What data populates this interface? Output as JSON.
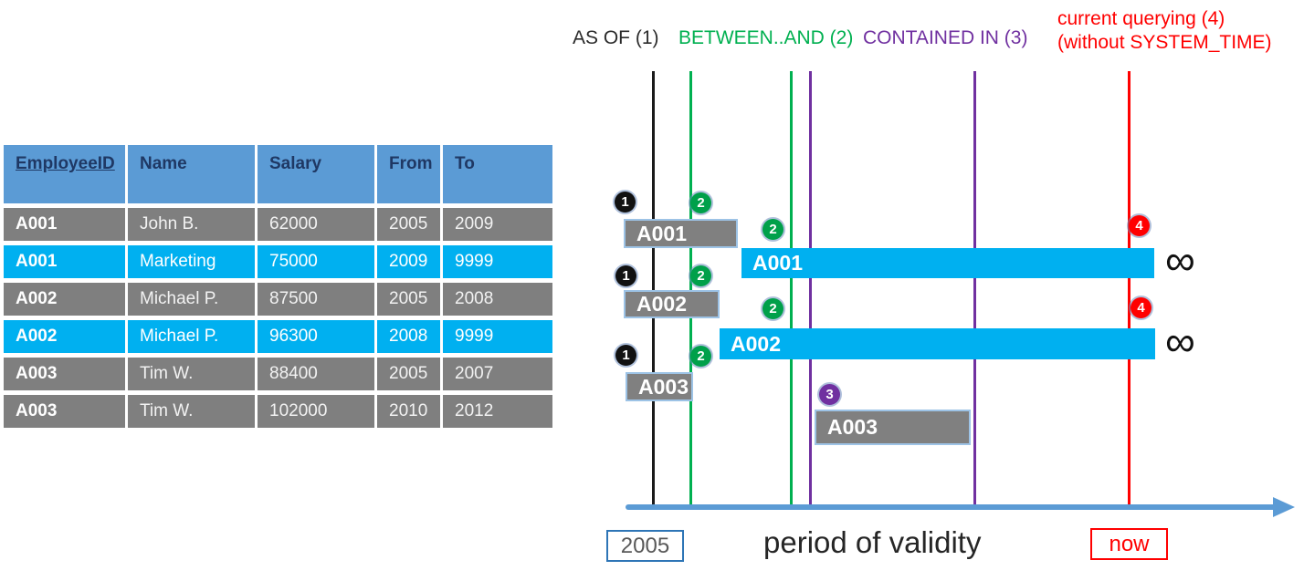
{
  "colors": {
    "table_header_blue": "#5b9bd5",
    "table_header_text": "#1f3864",
    "row_gray": "#7f7f7f",
    "row_highlight_cyan": "#00b0f0",
    "bar_gray": "#808080",
    "bar_border_blue": "#9dc3e6",
    "bar_cyan": "#00b0f0",
    "line_black": "#1a1a1a",
    "line_green": "#00b050",
    "line_purple": "#7030a0",
    "line_red": "#ff0000",
    "axis_blue": "#5b9bd5"
  },
  "legend": {
    "as_of": "AS OF (1)",
    "between_and": "BETWEEN..AND (2)",
    "contained_in": "CONTAINED IN (3)",
    "current_line1": "current querying (4)",
    "current_line2": "(without SYSTEM_TIME)"
  },
  "table": {
    "headers": [
      "EmployeeID",
      "Name",
      "Salary",
      "From",
      "To"
    ],
    "rows": [
      {
        "highlight": false,
        "cells": [
          "A001",
          "John  B.",
          "62000",
          "2005",
          "2009"
        ]
      },
      {
        "highlight": true,
        "cells": [
          "A001",
          "Marketing",
          "75000",
          "2009",
          "9999"
        ]
      },
      {
        "highlight": false,
        "cells": [
          "A002",
          "Michael P.",
          "87500",
          "2005",
          "2008"
        ]
      },
      {
        "highlight": true,
        "cells": [
          "A002",
          "Michael P.",
          "96300",
          "2008",
          "9999"
        ]
      },
      {
        "highlight": false,
        "cells": [
          "A003",
          "Tim W.",
          "88400",
          "2005",
          "2007"
        ]
      },
      {
        "highlight": false,
        "cells": [
          "A003",
          "Tim W.",
          "102000",
          "2010",
          "2012"
        ]
      }
    ]
  },
  "diagram": {
    "bars": [
      {
        "label": "A001",
        "style": "gray-history"
      },
      {
        "label": "A001",
        "style": "cyan-current"
      },
      {
        "label": "A002",
        "style": "gray-history"
      },
      {
        "label": "A002",
        "style": "cyan-current"
      },
      {
        "label": "A003",
        "style": "gray-history"
      },
      {
        "label": "A003",
        "style": "gray-history"
      }
    ],
    "badges": [
      {
        "number": "1"
      },
      {
        "number": "2"
      },
      {
        "number": "2"
      },
      {
        "number": "1"
      },
      {
        "number": "2"
      },
      {
        "number": "2"
      },
      {
        "number": "1"
      },
      {
        "number": "2"
      },
      {
        "number": "3"
      },
      {
        "number": "4"
      },
      {
        "number": "4"
      }
    ],
    "infinity": "∞",
    "axis": {
      "start_label": "2005",
      "label": "period of validity",
      "now_label": "now"
    }
  }
}
